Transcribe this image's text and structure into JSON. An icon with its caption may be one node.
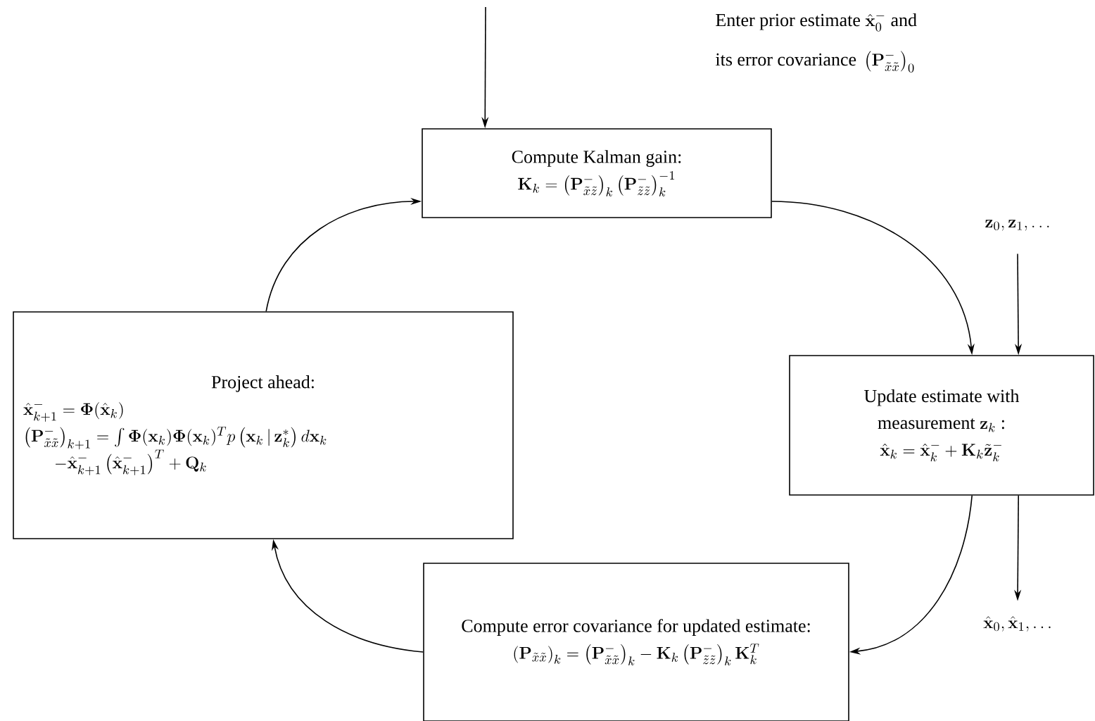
{
  "diagram": {
    "nodes": [
      {
        "text": [
          "Compute Kalman gain:",
          "\\mathbf{K}_k = \\left(\\mathbf{P}^-_{\\tilde{x}\\tilde{z}}\\right)_k \\left(\\mathbf{P}^-_{\\tilde{z}\\tilde{z}}\\right)^{-1}_k"
        ]
      },
      {
        "text": [
          "\\mathbf{z}_0, \\mathbf{z}_1, \\ldots"
        ]
      },
      {
        "text": [
          "Project ahead:",
          "\\hat{\\mathbf{x}}^-_{k+1} = \\mathbf{\\Phi}(\\hat{\\mathbf{x}}_k)",
          "\\left(\\mathbf{P}^-_{\\tilde{x}\\tilde{x}}\\right)_{k+1} = \\int \\mathbf{\\Phi}(\\mathbf{x}_k)\\mathbf{\\Phi}(\\mathbf{x}_k)^T p\\left(\\mathbf{x}_k \\,|\\, \\mathbf{z}^*_k\\right) d\\mathbf{x}_k",
          "-\\hat{\\mathbf{x}}^-_{k+1}\\left(\\hat{\\mathbf{x}}^-_{k+1}\\right)^T + \\mathbf{Q}_k"
        ]
      },
      {
        "text": [
          "\\text{Update estimate with}\\allowbreak\\ \\text{measurement }\\mathbf{z}_k\\text{ :}",
          "\\hat{\\mathbf{x}}_k = \\hat{\\mathbf{x}}^-_k + \\mathbf{K}_k \\tilde{\\mathbf{z}}^-_k"
        ]
      },
      {
        "text": [
          "Compute error covariance for updated estimate:",
          "\\left(\\mathbf{P}_{\\tilde{x}\\tilde{x}}\\right)_k = \\left(\\mathbf{P}^-_{\\tilde{x}\\tilde{x}}\\right)_k - \\mathbf{K}_k \\left(\\mathbf{P}^-_{\\tilde{z}\\tilde{z}}\\right)_k \\mathbf{K}^T_k"
        ]
      },
      {
        "text": [
          "\\hat{\\mathbf{x}}_0, \\hat{\\mathbf{x}}_1, \\ldots"
        ]
      }
    ],
    "edges": [
      {
        "from": null,
        "to": 0,
        "arrow": "to"
      },
      {
        "from": 0,
        "to": 3,
        "arrow": "to"
      },
      {
        "from": 1,
        "to": 3,
        "arrow": "to"
      },
      {
        "from": 3,
        "to": 5,
        "arrow": "to"
      },
      {
        "from": 3,
        "to": 4,
        "arrow": "to"
      },
      {
        "from": 4,
        "to": 2,
        "arrow": "to"
      },
      {
        "from": 2,
        "to": 0,
        "arrow": "to"
      }
    ],
    "labels": [
      "\\text{Enter prior estimate } \\hat{\\mathbf{x}}^-_0 \\text{ and}\\allowbreak\\ \\text{its error covariance } \\left(\\mathbf{P}^-_{\\tilde{x}\\tilde{x}}\\right)_0"
    ]
  }
}
